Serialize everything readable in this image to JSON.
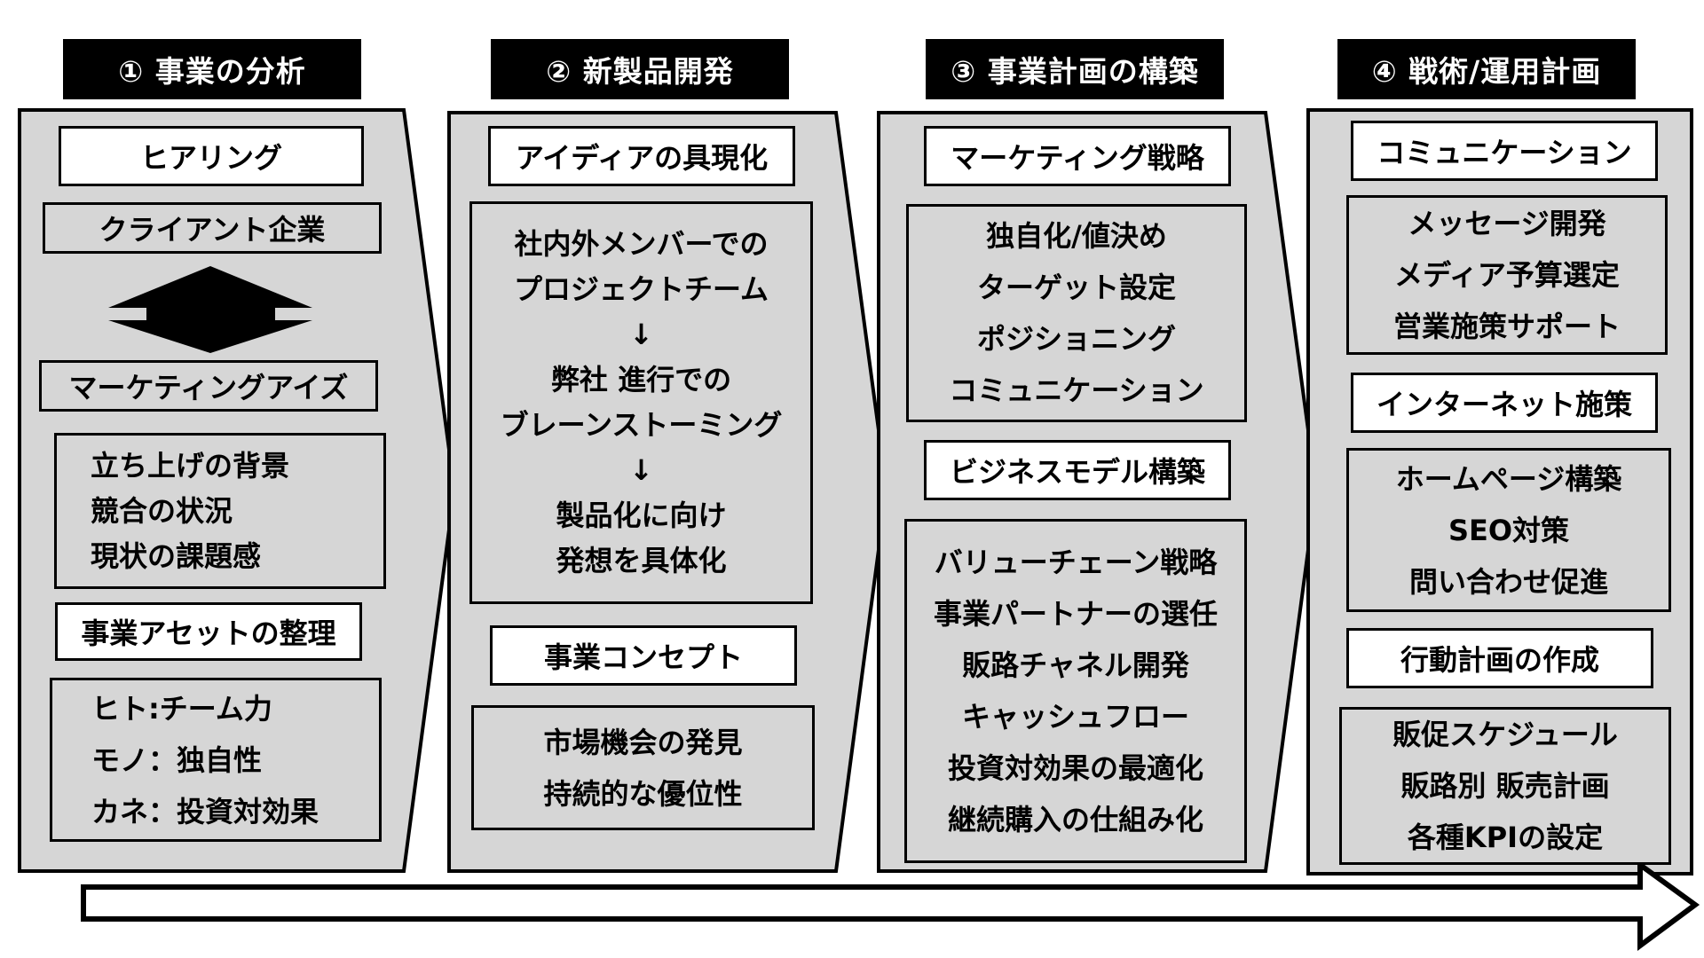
{
  "stages": [
    {
      "header": "① 事業の分析"
    },
    {
      "header": "② 新製品開発"
    },
    {
      "header": "③ 事業計画の構築"
    },
    {
      "header": "④ 戦術/運用計画"
    }
  ],
  "stage1": {
    "hearing": "ヒアリング",
    "client": "クライアント企業",
    "marketing_eyes": "マーケティングアイズ",
    "background_items": [
      "立ち上げの背景",
      "競合の状況",
      "現状の課題感"
    ],
    "assets_title": "事業アセットの整理",
    "asset_items": [
      "ヒト:チーム力",
      "モノ：独自性",
      "カネ：投資対効果"
    ]
  },
  "stage2": {
    "idea_title": "アイディアの具現化",
    "process_items": [
      "社内外メンバーでの",
      "プロジェクトチーム",
      "↓",
      "弊社 進行での",
      "ブレーンストーミング",
      "↓",
      "製品化に向け",
      "発想を具体化"
    ],
    "concept_title": "事業コンセプト",
    "concept_items": [
      "市場機会の発見",
      "持続的な優位性"
    ]
  },
  "stage3": {
    "strategy_title": "マーケティング戦略",
    "strategy_items": [
      "独自化/値決め",
      "ターゲット設定",
      "ポジショニング",
      "コミュニケーション"
    ],
    "model_title": "ビジネスモデル構築",
    "model_items": [
      "バリューチェーン戦略",
      "事業パートナーの選任",
      "販路チャネル開発",
      "キャッシュフロー",
      "投資対効果の最適化",
      "継続購入の仕組み化"
    ]
  },
  "stage4": {
    "comm_title": "コミュニケーション",
    "comm_items": [
      "メッセージ開発",
      "メディア予算選定",
      "営業施策サポート"
    ],
    "internet_title": "インターネット施策",
    "internet_items": [
      "ホームページ構築",
      "SEO対策",
      "問い合わせ促進"
    ],
    "plan_title": "行動計画の作成",
    "plan_items": [
      "販促スケジュール",
      "販路別 販売計画",
      "各種KPIの設定"
    ]
  },
  "colors": {
    "panel": "#d6d6d6",
    "header_bg": "#000000",
    "header_text": "#ffffff"
  }
}
